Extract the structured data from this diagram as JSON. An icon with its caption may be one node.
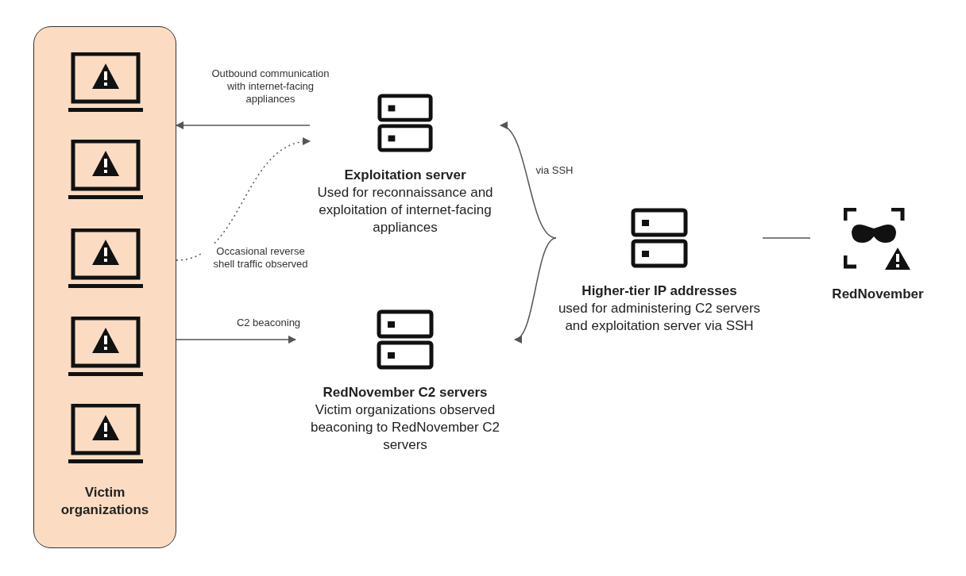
{
  "diagram": {
    "nodes": [
      {
        "text": [
          "Victim organizations"
        ]
      },
      {
        "text": [
          "Exploitation server",
          "Used for reconnaissance and exploitation of internet-facing appliances"
        ]
      },
      {
        "text": [
          "RedNovember C2 servers",
          "Victim organizations observed beaconing to RedNovember C2 servers"
        ]
      },
      {
        "text": [
          "Higher-tier IP addresses",
          "used for administering C2 servers and exploitation server via SSH"
        ]
      },
      {
        "text": [
          "RedNovember"
        ]
      }
    ],
    "edges": [
      {
        "from": 1,
        "to": 0,
        "arrow": "to",
        "label": "Outbound communication with internet-facing appliances"
      },
      {
        "from": 0,
        "to": 1,
        "arrow": "to",
        "style": "dashed",
        "label": "Occasional reverse shell traffic observed"
      },
      {
        "from": 0,
        "to": 2,
        "arrow": "to",
        "label": "C2 beaconing"
      },
      {
        "from": 3,
        "to": 1,
        "arrow": "to",
        "label": "via SSH"
      },
      {
        "from": 3,
        "to": 2,
        "arrow": "to"
      },
      {
        "from": 4,
        "to": 3,
        "arrow": "none"
      }
    ]
  }
}
